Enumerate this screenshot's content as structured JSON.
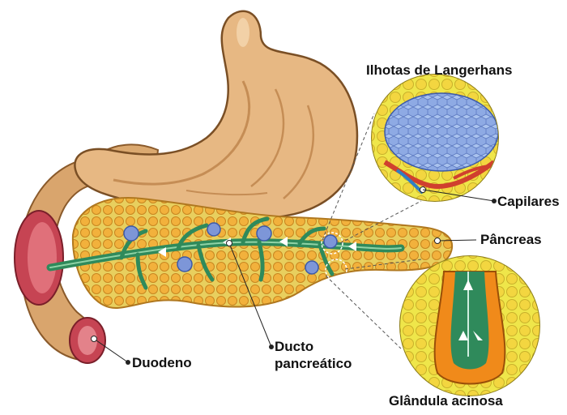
{
  "labels": {
    "islets": "Ilhotas de Langerhans",
    "capillaries": "Capilares",
    "pancreas": "Pâncreas",
    "duct_line1": "Ducto",
    "duct_line2": "pancreático",
    "duodenum": "Duodeno",
    "acinar_gland": "Glândula acinosa"
  },
  "colors": {
    "stomach": "#e7b883",
    "stomach_shade": "#c58d55",
    "duodenum": "#d8a36c",
    "duodenum_inner": "#c94452",
    "pancreas": "#e2c95a",
    "pancreas_lobule": "#f2a93c",
    "duct": "#2f8a5b",
    "islet": "#7d96d8",
    "inset_bg": "#efe64a",
    "acinar_cells": "#f08a1a",
    "capillary": "#d0402e"
  }
}
